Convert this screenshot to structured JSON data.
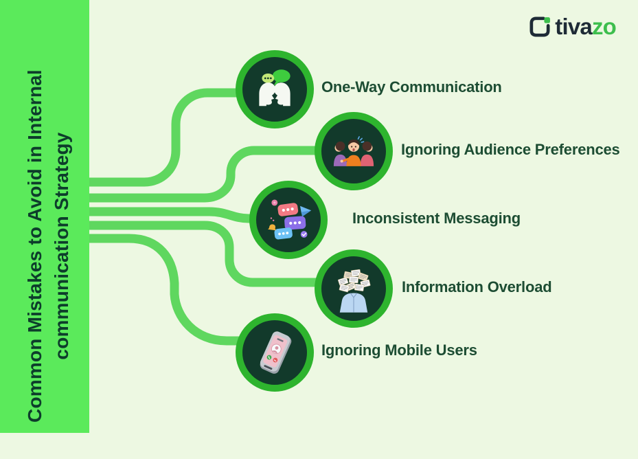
{
  "brand": {
    "icon": "tivazo-logo-icon",
    "name_part_dark": "tiva",
    "name_part_green": "zo",
    "color_dark": "#1E2B36",
    "color_green": "#3DBE4D"
  },
  "sidebar": {
    "title_line1": "Common Mistakes to Avoid in Internal",
    "title_line2": "communication Strategy",
    "bg_color": "#5BEA5B",
    "text_color": "#0D3D2B"
  },
  "items": [
    {
      "label": "One-Way Communication",
      "icon": "one-way-communication-icon"
    },
    {
      "label": "Ignoring Audience Preferences",
      "icon": "audience-preferences-icon"
    },
    {
      "label": "Inconsistent Messaging",
      "icon": "inconsistent-messaging-icon"
    },
    {
      "label": "Information Overload",
      "icon": "information-overload-icon"
    },
    {
      "label": "Ignoring Mobile Users",
      "icon": "mobile-users-icon"
    }
  ],
  "colors": {
    "background": "#EDF8E2",
    "connector_line": "#5FD75F",
    "circle_ring": "#2EB42E",
    "circle_fill": "#123A2B",
    "label_text": "#1D4D33"
  }
}
